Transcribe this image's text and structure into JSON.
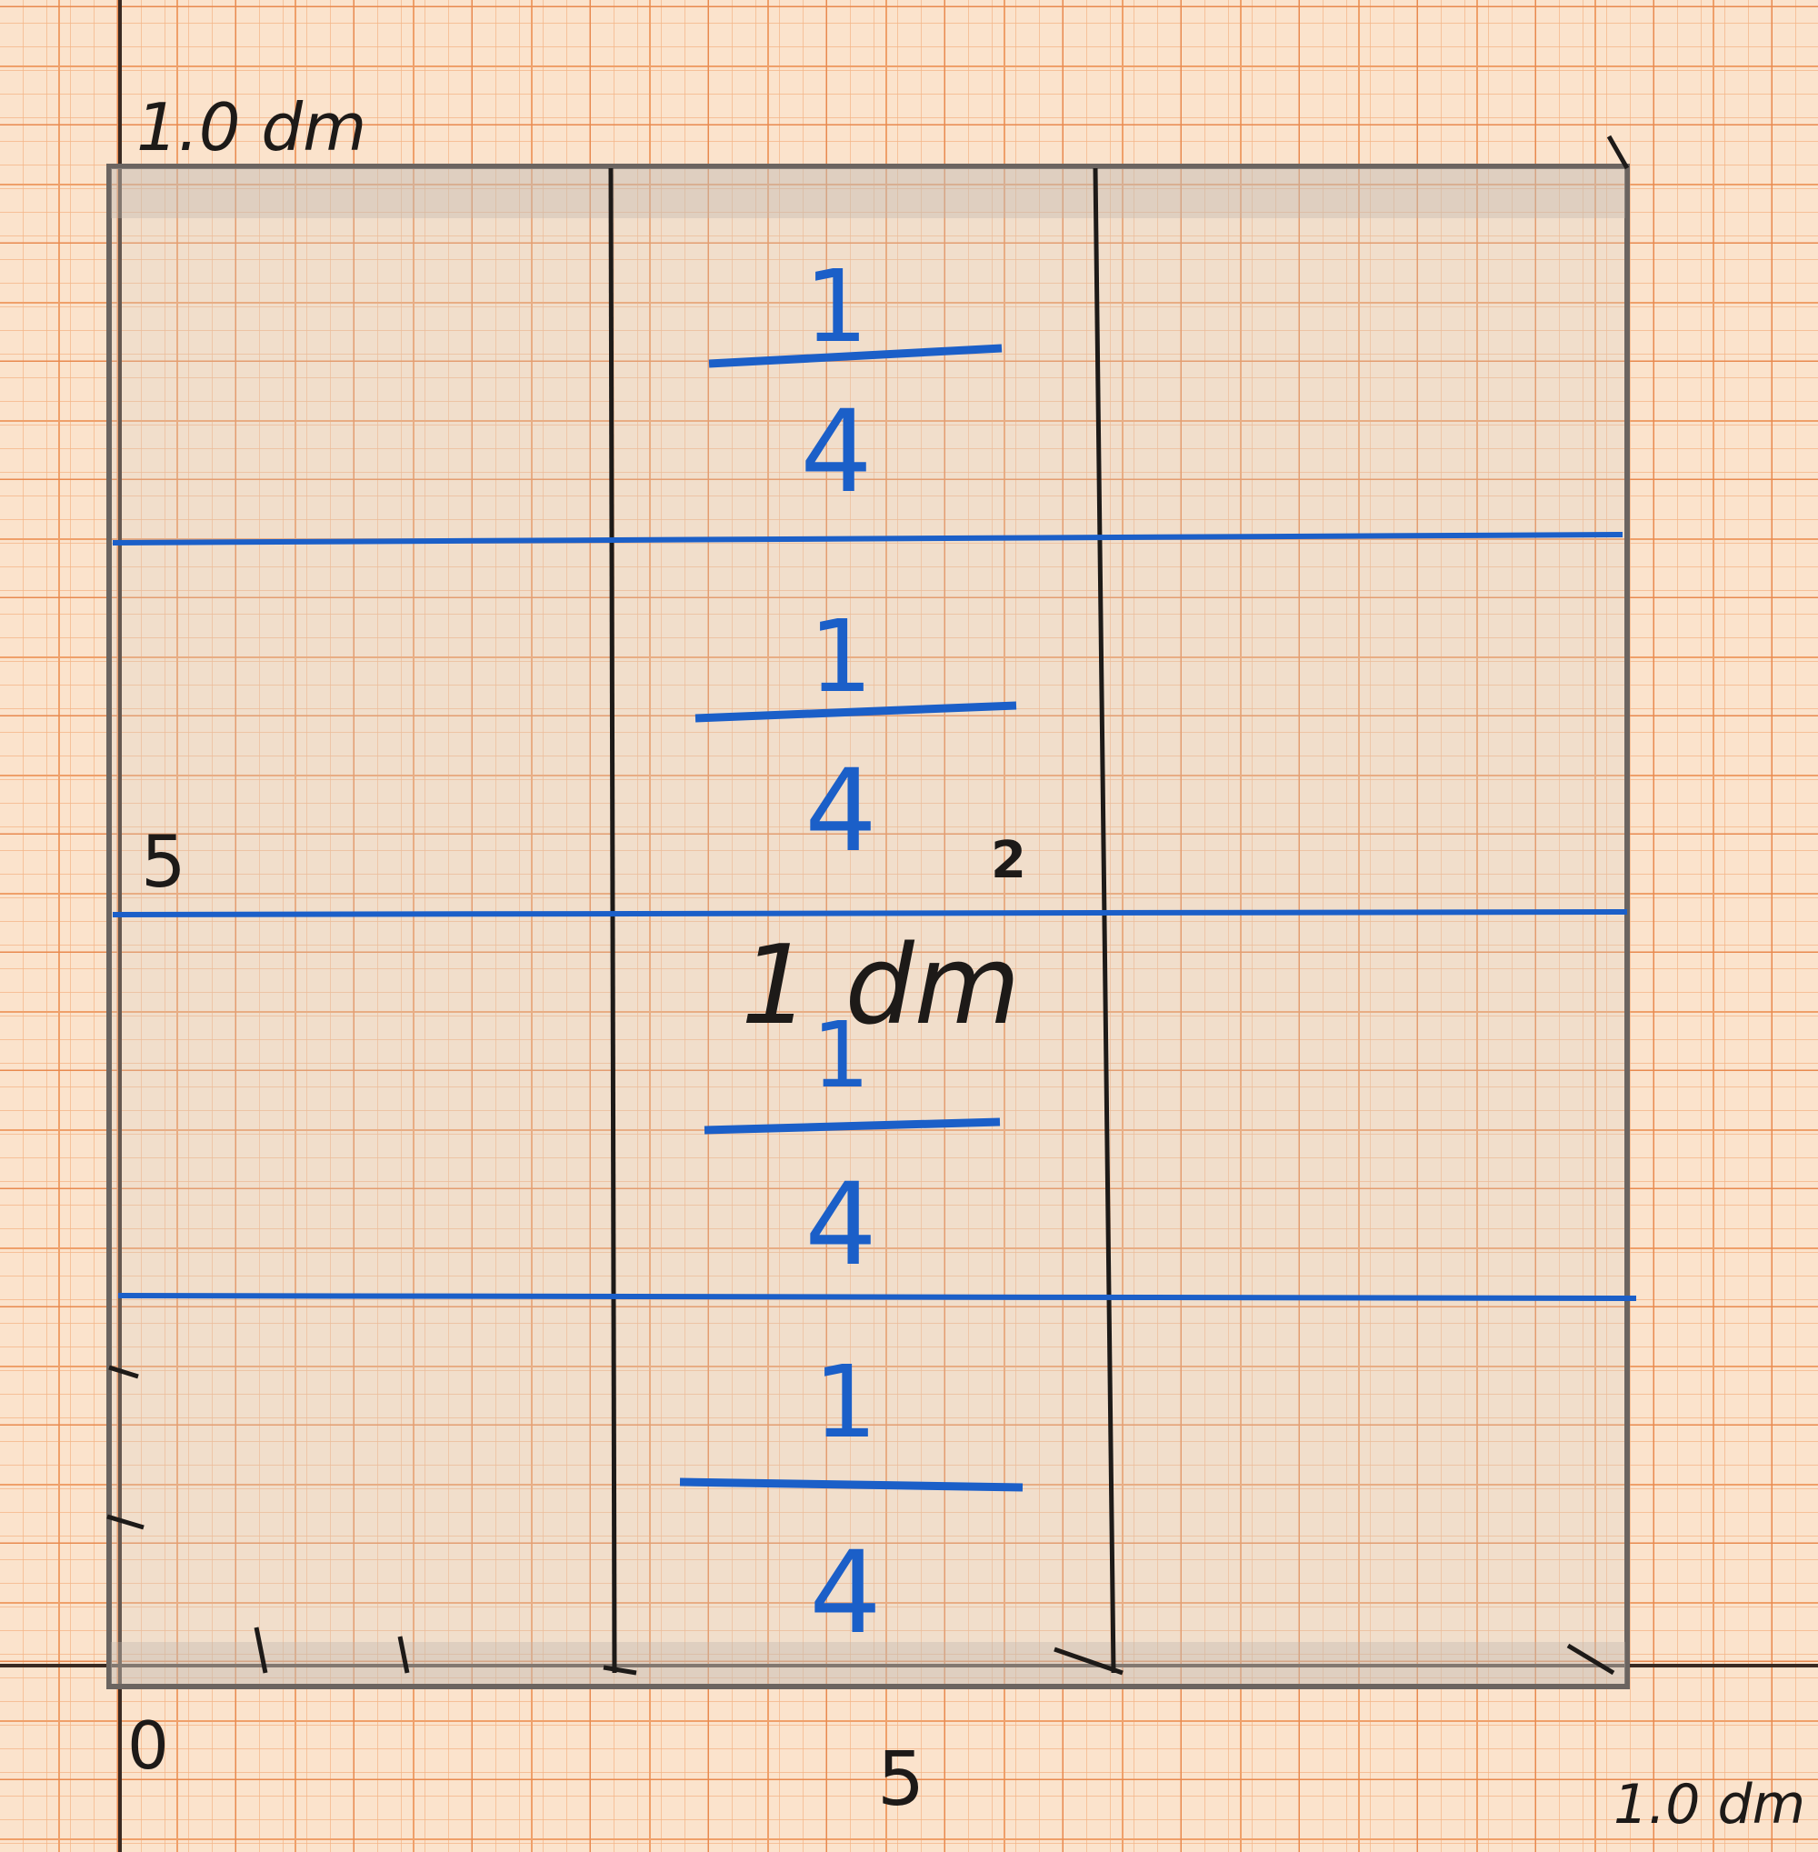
{
  "labels": {
    "y_top": "1.0 dm",
    "y_mid": "5",
    "x_origin": "0",
    "x_mid": "5",
    "x_end": "1.0 dm",
    "area": "1 dm",
    "area_exponent": "2"
  },
  "fractions": [
    {
      "numerator": "1",
      "denominator": "4"
    },
    {
      "numerator": "1",
      "denominator": "4"
    },
    {
      "numerator": "1",
      "denominator": "4"
    },
    {
      "numerator": "1",
      "denominator": "4"
    }
  ],
  "colors": {
    "paper": "#fbe3cc",
    "grid": "#f3a56e",
    "ink_black": "#1d1a18",
    "ink_blue": "#1b5fc8"
  }
}
